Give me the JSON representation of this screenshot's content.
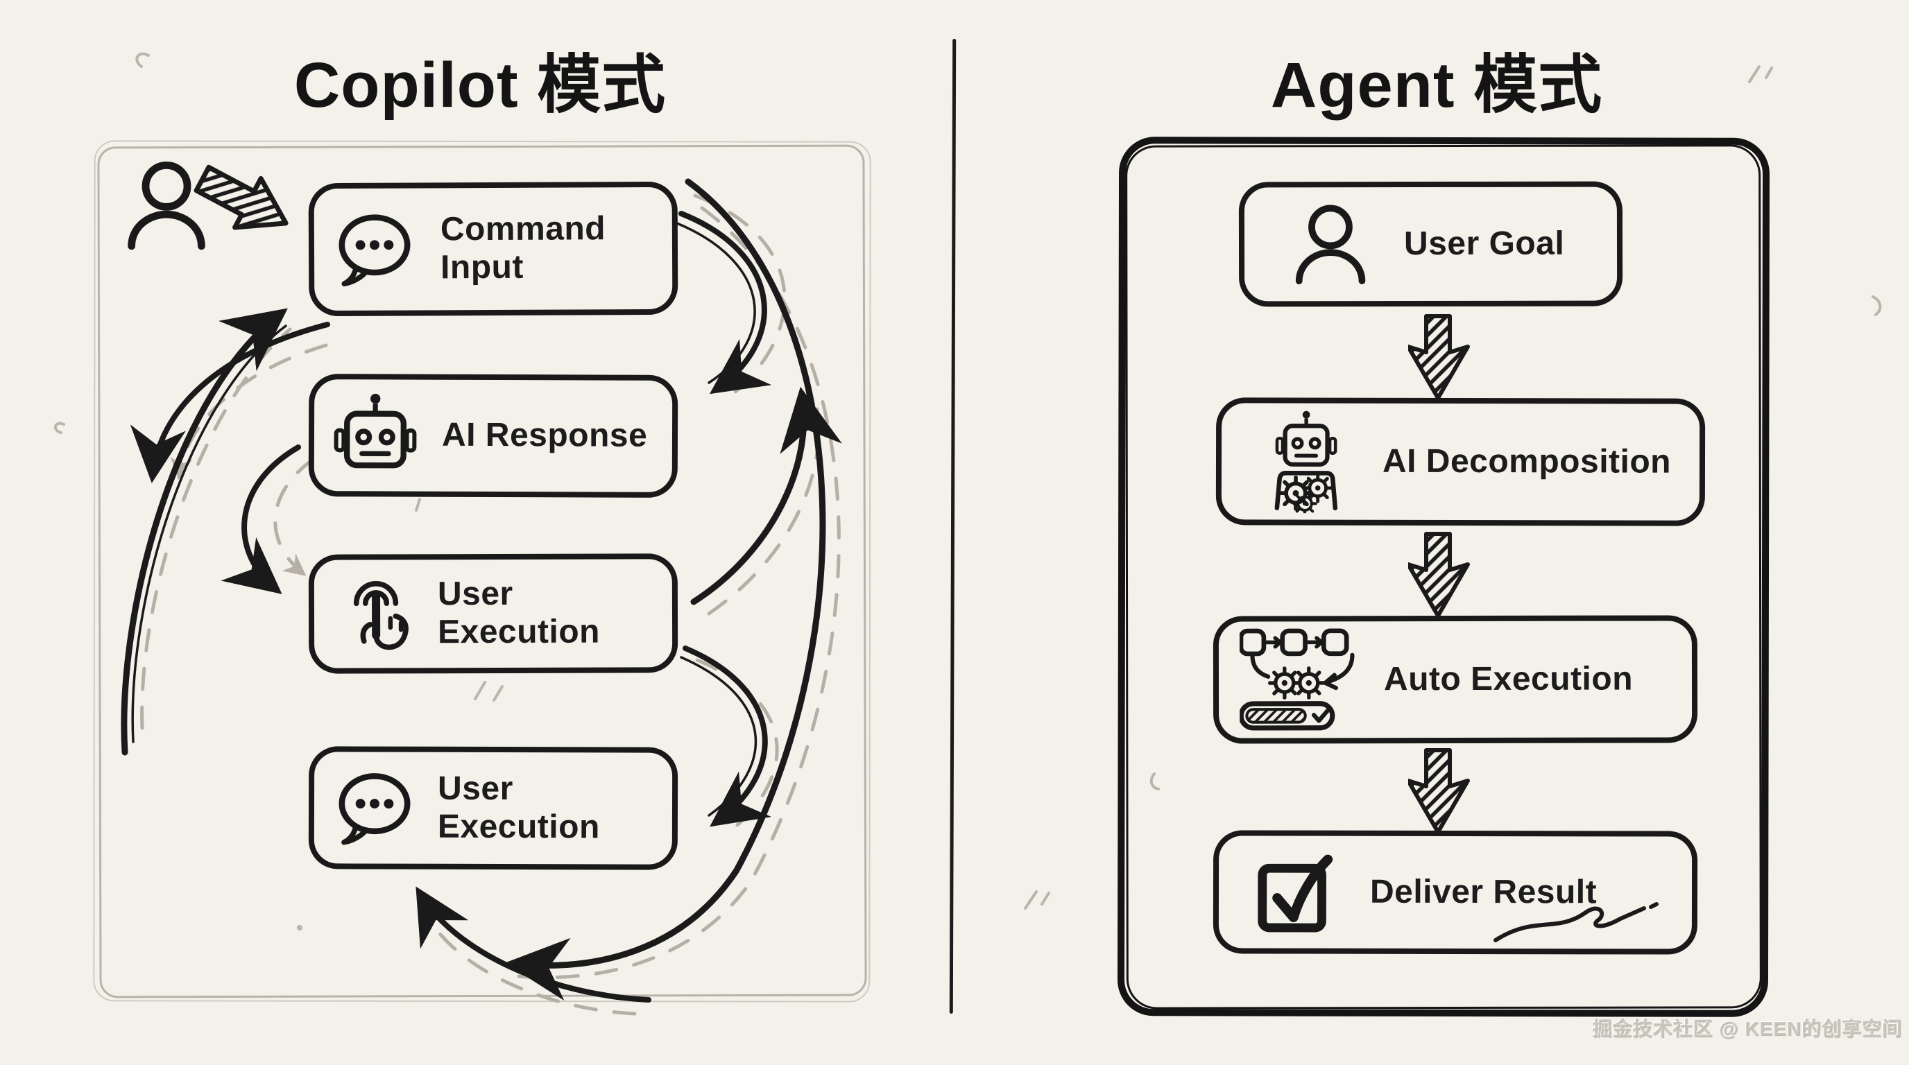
{
  "left_panel": {
    "title": "Copilot 模式",
    "nodes": [
      {
        "label": "Command Input",
        "icon": "speech-bubble-icon"
      },
      {
        "label": "AI Response",
        "icon": "robot-icon"
      },
      {
        "label": "User Execution",
        "icon": "tap-finger-icon"
      },
      {
        "label": "User Execution",
        "icon": "speech-bubble-icon"
      }
    ]
  },
  "right_panel": {
    "title": "Agent 模式",
    "nodes": [
      {
        "label": "User Goal",
        "icon": "person-icon"
      },
      {
        "label": "AI Decomposition",
        "icon": "robot-gears-icon"
      },
      {
        "label": "Auto Execution",
        "icon": "workflow-icon"
      },
      {
        "label": "Deliver Result",
        "icon": "checkbox-check-icon"
      }
    ]
  },
  "watermark": "掘金技术社区 @ KEEN的创享空间",
  "colors": {
    "background": "#f4f1ea",
    "ink": "#1a1a1a",
    "sketch_gray": "#b7b3a9",
    "watermark_gray": "#c9c5bb"
  }
}
